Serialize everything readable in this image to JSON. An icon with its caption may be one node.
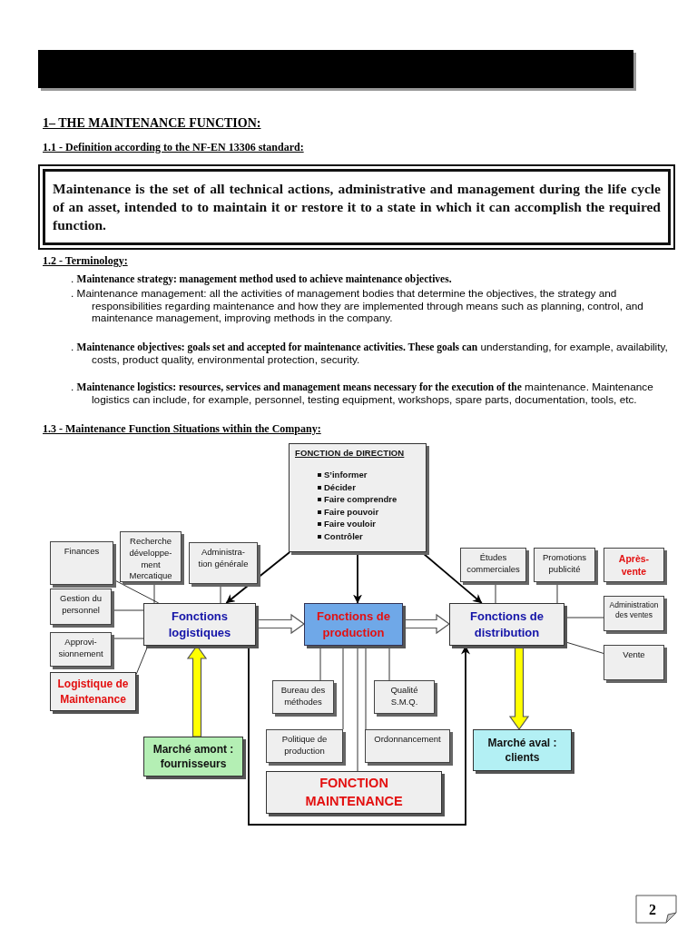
{
  "diagram": {
    "nodes": [
      {
        "text": [
          "Maintenance is the set of all technical actions, administrative and management during the life cycle of an asset, intended to to maintain it or restore it to a state in which it can accomplish the required function."
        ]
      },
      {
        "text": [
          "FONCTION de DIRECTION",
          "S’informer",
          "Décider",
          "Faire comprendre",
          "Faire pouvoir",
          "Faire vouloir",
          "Contrôler"
        ]
      },
      {
        "text": [
          "Finances"
        ]
      },
      {
        "text": [
          "Recherche développe- ment Mercatique"
        ]
      },
      {
        "text": [
          "Administra- tion générale"
        ]
      },
      {
        "text": [
          "Gestion du personnel"
        ]
      },
      {
        "text": [
          "Approvi- sionnement"
        ]
      },
      {
        "text": [
          "Logistique de Maintenance"
        ]
      },
      {
        "text": [
          "Fonctions logistiques"
        ]
      },
      {
        "text": [
          "Fonctions de production"
        ]
      },
      {
        "text": [
          "Fonctions de distribution"
        ]
      },
      {
        "text": [
          "Études commerciales"
        ]
      },
      {
        "text": [
          "Promotions publicité"
        ]
      },
      {
        "text": [
          "Après- vente"
        ]
      },
      {
        "text": [
          "Administration des ventes"
        ]
      },
      {
        "text": [
          "Vente"
        ]
      },
      {
        "text": [
          "Bureau des méthodes"
        ]
      },
      {
        "text": [
          "Qualité S.M.Q."
        ]
      },
      {
        "text": [
          "Politique de production"
        ]
      },
      {
        "text": [
          "Ordonnancement"
        ]
      },
      {
        "text": [
          "FONCTION MAINTENANCE"
        ]
      },
      {
        "text": [
          "Marché amont : fournisseurs"
        ]
      },
      {
        "text": [
          "Marché aval : clients"
        ]
      },
      {
        "text": [],
        "shape": "bar"
      }
    ],
    "edges": [
      {
        "from": 1,
        "to": 8,
        "arrow": "to"
      },
      {
        "from": 1,
        "to": 9,
        "arrow": "to"
      },
      {
        "from": 1,
        "to": 10,
        "arrow": "to"
      },
      {
        "from": 2,
        "to": 8,
        "arrow": "none"
      },
      {
        "from": 3,
        "to": 8,
        "arrow": "none"
      },
      {
        "from": 4,
        "to": 8,
        "arrow": "none"
      },
      {
        "from": 5,
        "to": 8,
        "arrow": "none"
      },
      {
        "from": 6,
        "to": 8,
        "arrow": "none"
      },
      {
        "from": 7,
        "to": 8,
        "arrow": "none"
      },
      {
        "from": 8,
        "to": 9,
        "arrow": "to",
        "style": "thick",
        "color": "#ffffff"
      },
      {
        "from": 9,
        "to": 10,
        "arrow": "to",
        "style": "thick",
        "color": "#ffffff"
      },
      {
        "from": 9,
        "to": 16,
        "arrow": "none"
      },
      {
        "from": 9,
        "to": 17,
        "arrow": "none"
      },
      {
        "from": 9,
        "to": 18,
        "arrow": "none"
      },
      {
        "from": 9,
        "to": 19,
        "arrow": "none"
      },
      {
        "from": 9,
        "to": 20,
        "arrow": "none"
      },
      {
        "from": 8,
        "to": 10,
        "arrow": "to"
      },
      {
        "from": 11,
        "to": 10,
        "arrow": "none"
      },
      {
        "from": 12,
        "to": 10,
        "arrow": "none"
      },
      {
        "from": 14,
        "to": 10,
        "arrow": "none"
      },
      {
        "from": 15,
        "to": 10,
        "arrow": "none"
      },
      {
        "from": 21,
        "to": 8,
        "arrow": "to",
        "style": "thick",
        "color": "#ffff00"
      },
      {
        "from": 10,
        "to": 22,
        "arrow": "to",
        "style": "thick",
        "color": "#ffff00"
      }
    ],
    "labels": [
      "1– THE MAINTENANCE FUNCTION:",
      "1.1 - Definition according to the NF-EN 13306 standard:",
      "1.2 - Terminology:",
      ". **Maintenance strategy: management method used to achieve maintenance objectives.**",
      ". Maintenance management: all the activities of management bodies that determine the objectives, the strategy and responsibilities regarding maintenance and how they are implemented through means such as planning, control, and maintenance management, improving methods in the company.",
      ". **Maintenance objectives: goals set and accepted for maintenance activities. These goals can** understanding, for example, availability, costs, product quality, environmental protection, security.",
      ". **Maintenance logistics: resources, services and management means necessary for the execution of the** maintenance. Maintenance logistics can include, for example, personnel, testing equipment, workshops, spare parts, documentation, tools, etc.",
      "1.3 - Maintenance Function Situations within the Company:",
      "2"
    ]
  }
}
